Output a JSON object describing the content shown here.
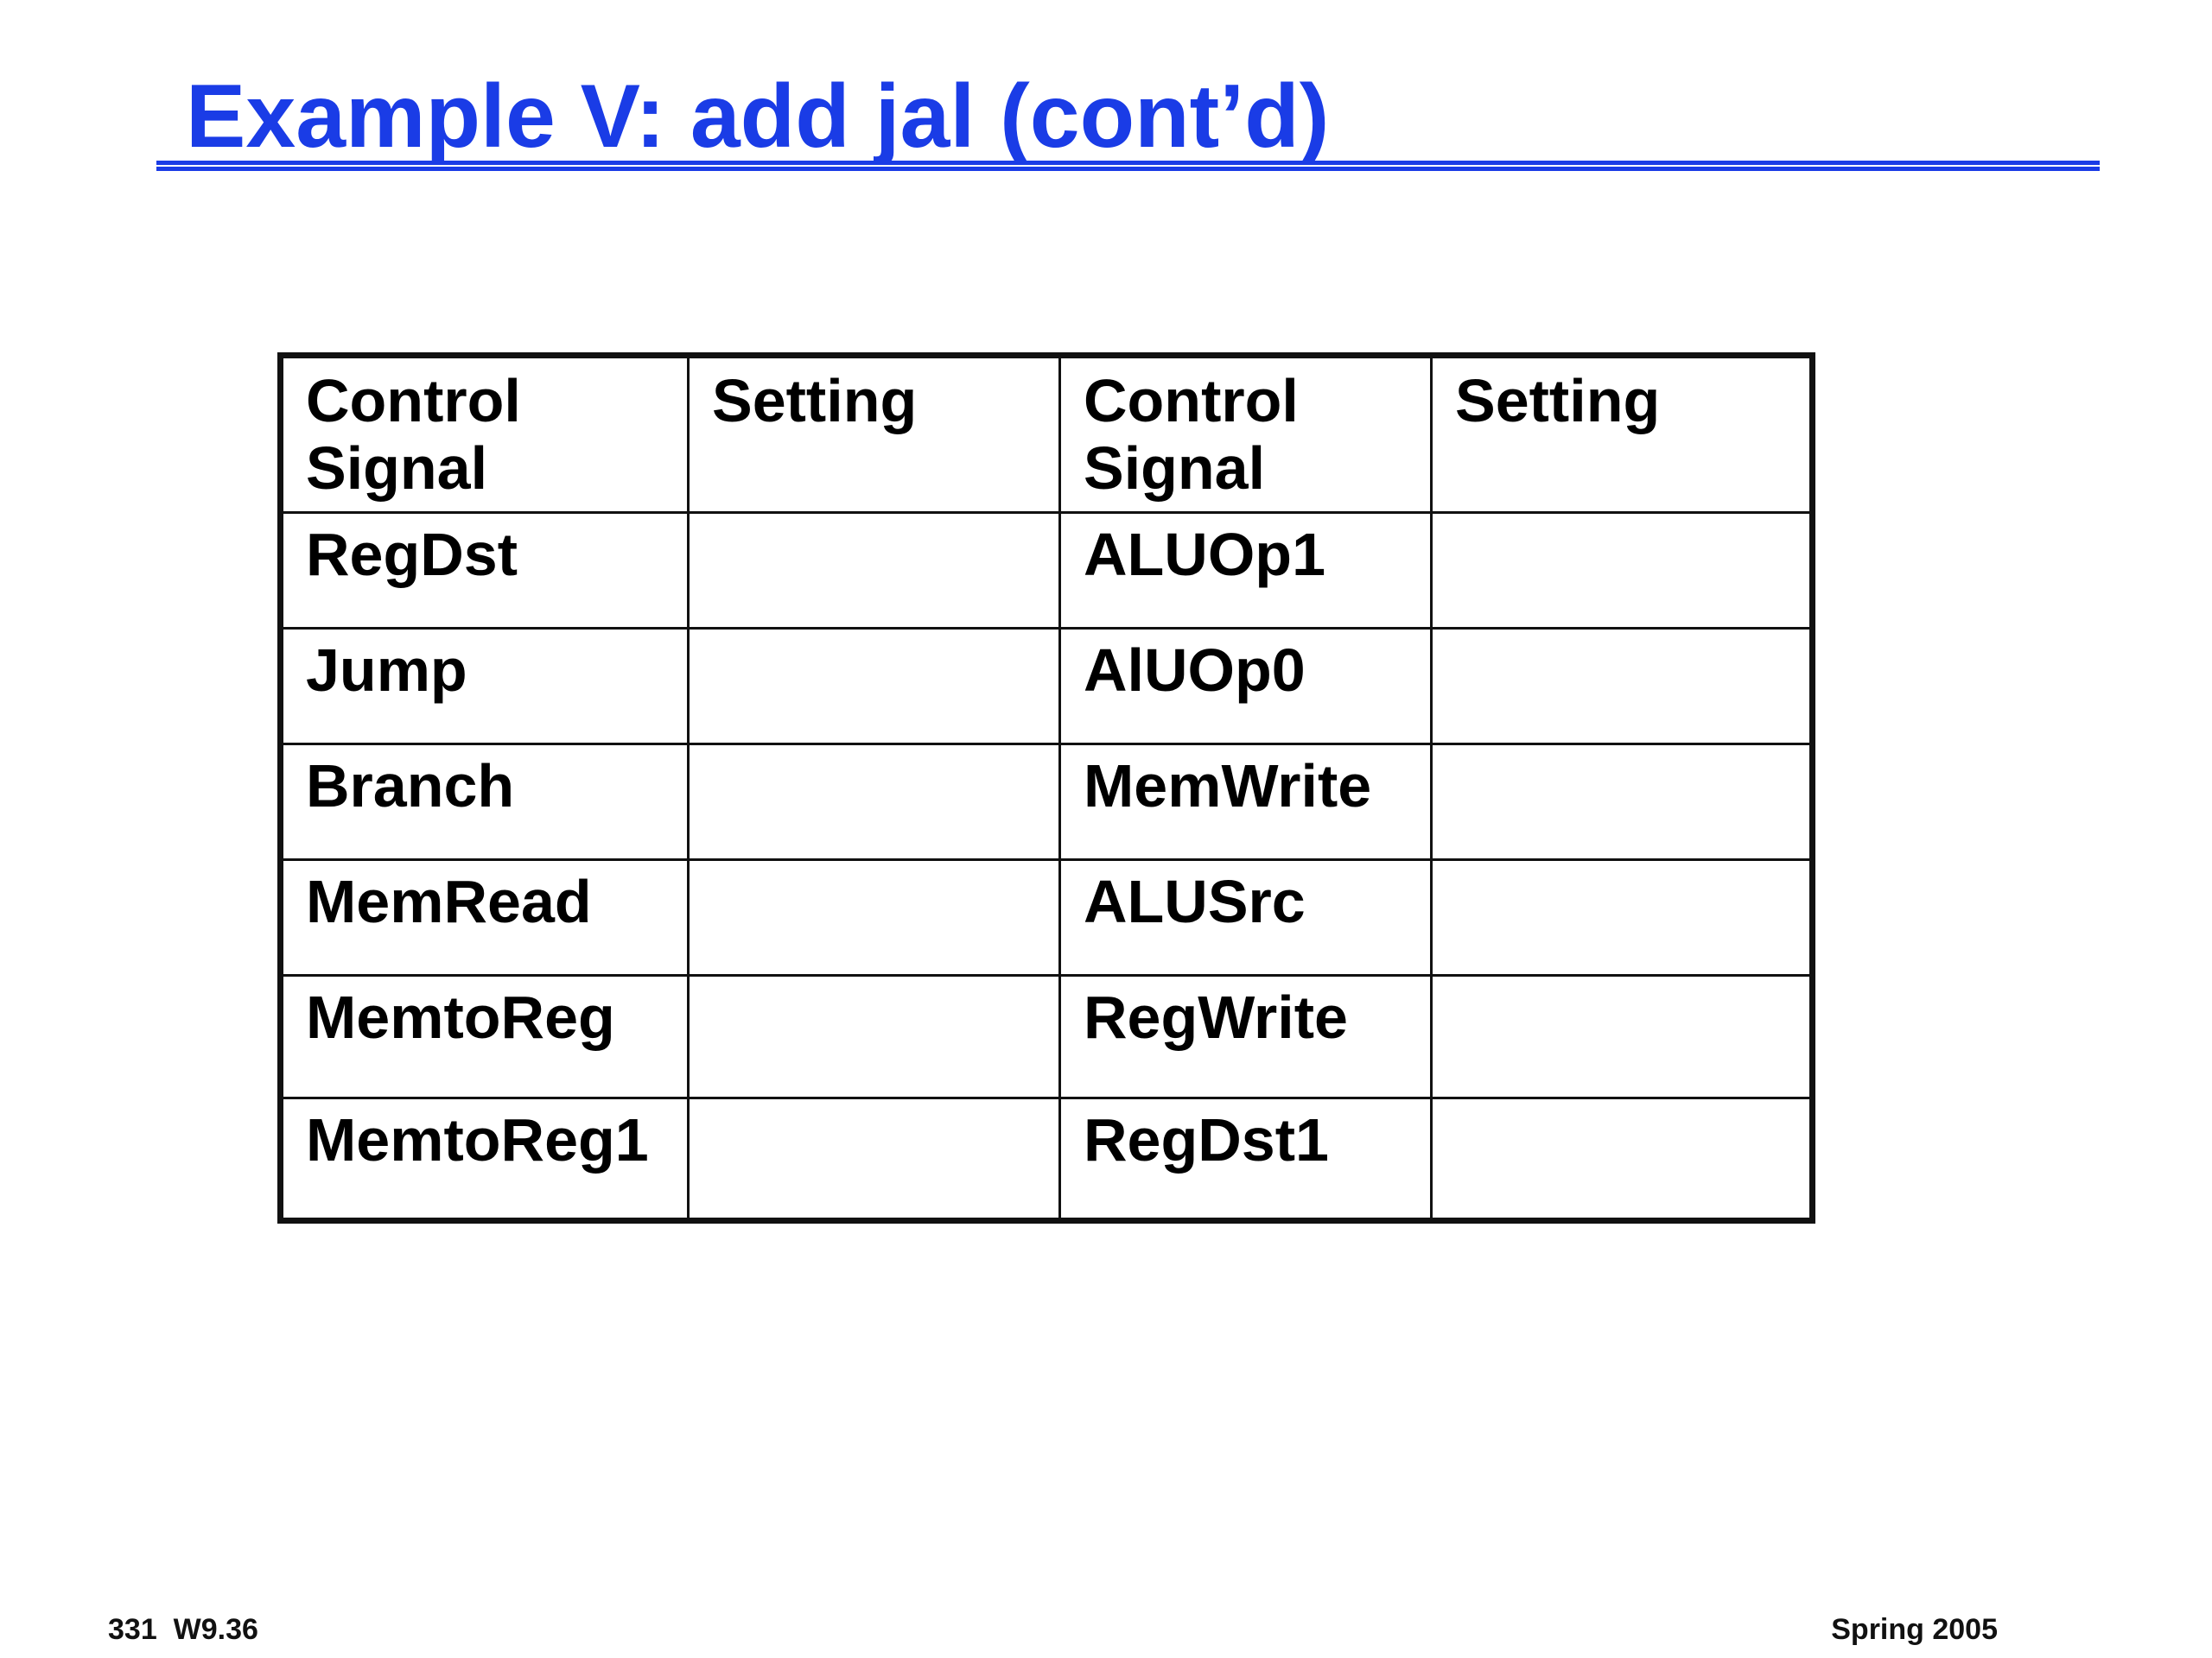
{
  "slide": {
    "title": "Example V: add jal (cont’d)",
    "accent_color": "#1a3ce6"
  },
  "table": {
    "headers": [
      "Control Signal",
      "Setting",
      "Control Signal",
      "Setting"
    ],
    "rows": [
      [
        "RegDst",
        "",
        "ALUOp1",
        ""
      ],
      [
        "Jump",
        "",
        "AlUOp0",
        ""
      ],
      [
        "Branch",
        "",
        "MemWrite",
        ""
      ],
      [
        "MemRead",
        "",
        "ALUSrc",
        ""
      ],
      [
        "MemtoReg",
        "",
        "RegWrite",
        ""
      ],
      [
        "MemtoReg1",
        "",
        "RegDst1",
        ""
      ]
    ]
  },
  "footer": {
    "left": "331  W9.36",
    "right": "Spring 2005"
  }
}
